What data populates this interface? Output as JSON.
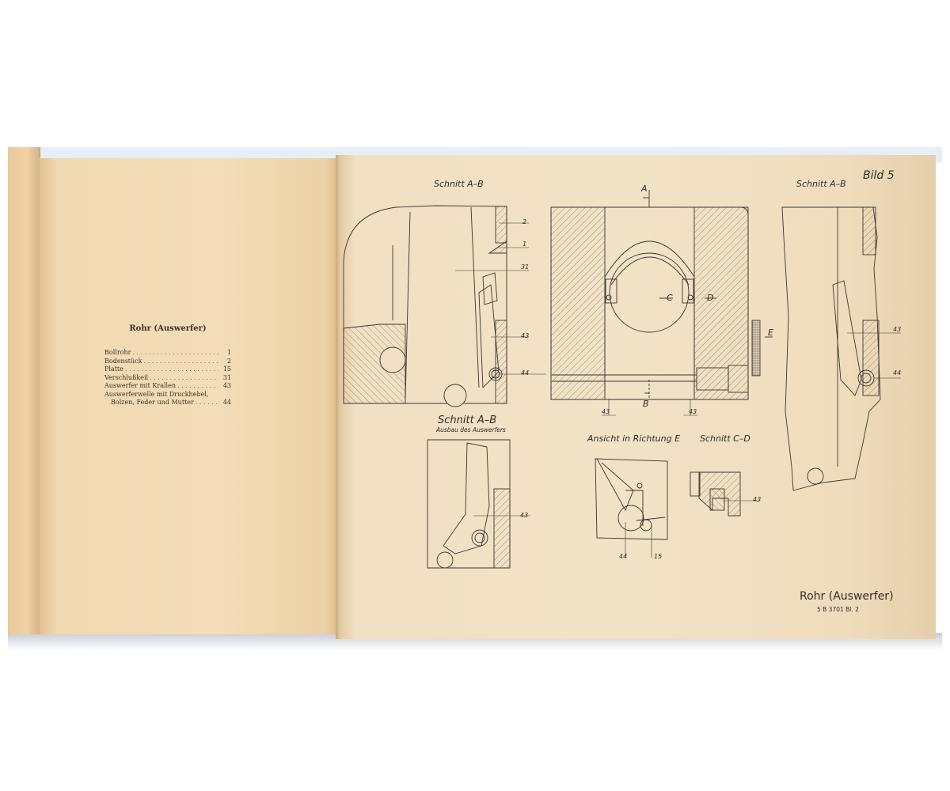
{
  "document": {
    "type": "open technical manual spread",
    "paper_color": "#f1ddbb",
    "ink_color": "#2f2d2a"
  },
  "left_page": {
    "legend": {
      "title": "Rohr (Auswerfer)",
      "items": [
        {
          "name": "Bollrohr",
          "num": "1"
        },
        {
          "name": "Bodenstück",
          "num": "2"
        },
        {
          "name": "Platte",
          "num": "15"
        },
        {
          "name": "Verschlußkeil",
          "num": "31"
        },
        {
          "name": "Auswerfer mit Krallen",
          "num": "43"
        },
        {
          "name": "Auswerferwelle mit Druckhebel,",
          "num": ""
        },
        {
          "name": "Bolzen, Feder und Mutter",
          "num": "44"
        }
      ]
    }
  },
  "right_page": {
    "figure_label": "Bild 5",
    "views": {
      "section_ab_left": {
        "title": "Schnitt A–B",
        "callouts": [
          "2",
          "1",
          "31",
          "43",
          "44"
        ]
      },
      "front_view": {
        "marks": [
          "A",
          "B",
          "C",
          "D",
          "E"
        ],
        "callouts": [
          "43",
          "43"
        ]
      },
      "section_ab_right": {
        "title": "Schnitt A–B",
        "callouts": [
          "43",
          "44"
        ]
      },
      "section_ab_removal": {
        "title": "Schnitt A–B",
        "subtitle": "Ausbau des Auswerfers",
        "callouts": [
          "43"
        ]
      },
      "view_e": {
        "title": "Ansicht in Richtung E",
        "callouts": [
          "44",
          "15"
        ]
      },
      "section_cd": {
        "title": "Schnitt C–D",
        "callouts": [
          "43"
        ]
      }
    },
    "title_block": {
      "title": "Rohr (Auswerfer)",
      "code": "5 B 3701 Bl. 2"
    }
  }
}
